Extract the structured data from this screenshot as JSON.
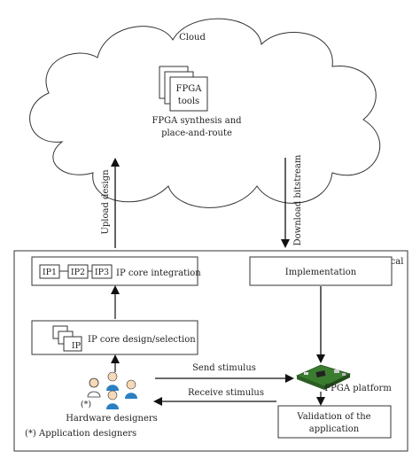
{
  "cloud": {
    "label": "Cloud",
    "tools_label_line1": "FPGA",
    "tools_label_line2": "tools",
    "caption_line1": "FPGA synthesis and",
    "caption_line2": "place-and-route"
  },
  "arrows": {
    "upload": "Upload design",
    "download": "Download bitstream",
    "send": "Send stimulus",
    "receive": "Receive stimulus"
  },
  "local": {
    "label": "Local",
    "ip_integration": {
      "chips": [
        "IP1",
        "IP2",
        "IP3"
      ],
      "label": "IP core integration"
    },
    "ip_design": {
      "chip_label": "IP",
      "label": "IP core design/selection"
    },
    "implementation": "Implementation",
    "fpga_platform": "FPGA platform",
    "validation_line1": "Validation of the",
    "validation_line2": "application",
    "designers_mark": "(*)",
    "hardware_designers": "Hardware designers",
    "app_designers_note": "(*) Application designers"
  }
}
